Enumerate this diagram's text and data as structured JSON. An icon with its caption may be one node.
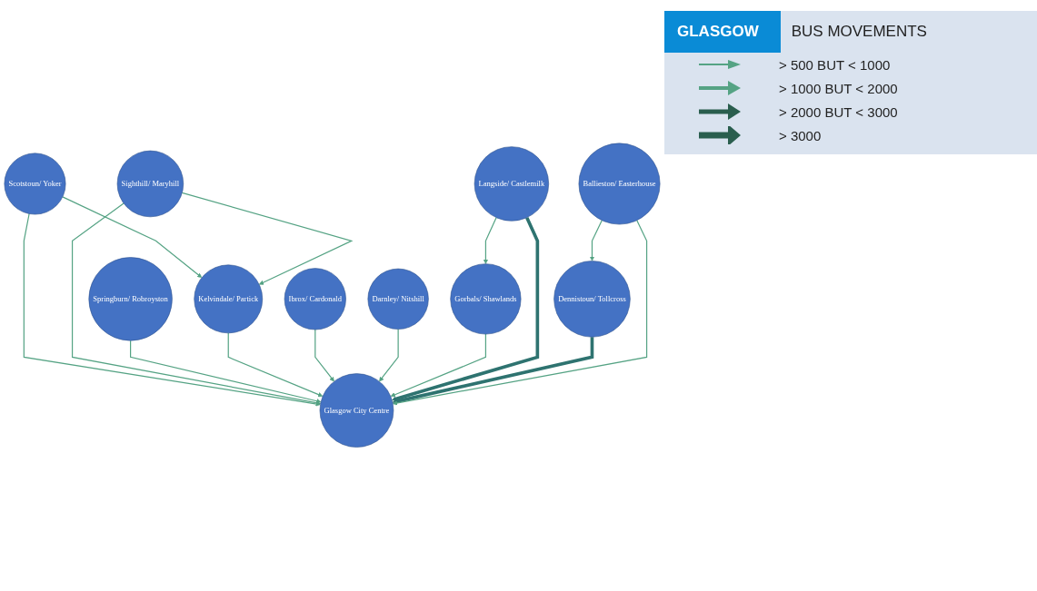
{
  "diagram": {
    "title": "GLASGOW",
    "nodes": [
      {
        "text": [
          "Sighthill/ Maryhill"
        ]
      },
      {
        "text": [
          "Scotstoun/ Yoker"
        ]
      },
      {
        "text": [
          "Springburn/ Robroyston"
        ]
      },
      {
        "text": [
          "Kelvindale/ Partick"
        ]
      },
      {
        "text": [
          "Glasgow City Centre"
        ]
      },
      {
        "text": [
          "Ballieston/ Easterhouse"
        ]
      },
      {
        "text": [
          "Ibrox/ Cardonald"
        ]
      },
      {
        "text": [
          "Dennistoun/ Tollcross"
        ]
      },
      {
        "text": [
          "Gorbals/ Shawlands"
        ]
      },
      {
        "text": [
          "Darnley/ Nitshill"
        ]
      },
      {
        "text": [
          "Langside/ Castlemilk"
        ]
      }
    ],
    "edges": [
      {
        "from": 1,
        "to": 3,
        "arrow": "to"
      },
      {
        "from": 1,
        "to": 4,
        "arrow": "to"
      },
      {
        "from": 0,
        "to": 3,
        "arrow": "to"
      },
      {
        "from": 0,
        "to": 4,
        "arrow": "to"
      },
      {
        "from": 2,
        "to": 4,
        "arrow": "to"
      },
      {
        "from": 3,
        "to": 4,
        "arrow": "to"
      },
      {
        "from": 6,
        "to": 4,
        "arrow": "to"
      },
      {
        "from": 9,
        "to": 4,
        "arrow": "to"
      },
      {
        "from": 8,
        "to": 4,
        "arrow": "to"
      },
      {
        "from": 10,
        "to": 8,
        "arrow": "to"
      },
      {
        "from": 10,
        "to": 4,
        "arrow": "to",
        "style": "thick",
        "color": "#2e7370"
      },
      {
        "from": 7,
        "to": 4,
        "arrow": "to",
        "style": "thick",
        "color": "#2e7370"
      },
      {
        "from": 5,
        "to": 4,
        "arrow": "to"
      },
      {
        "from": 5,
        "to": 7,
        "arrow": "to"
      }
    ],
    "labels": [
      "BUS MOVEMENTS"
    ],
    "legend": [
      {
        "text": "> 500 BUT < 1000"
      },
      {
        "text": "> 1000 BUT < 2000"
      },
      {
        "text": "> 2000 BUT < 3000"
      },
      {
        "text": "> 3000"
      }
    ]
  }
}
